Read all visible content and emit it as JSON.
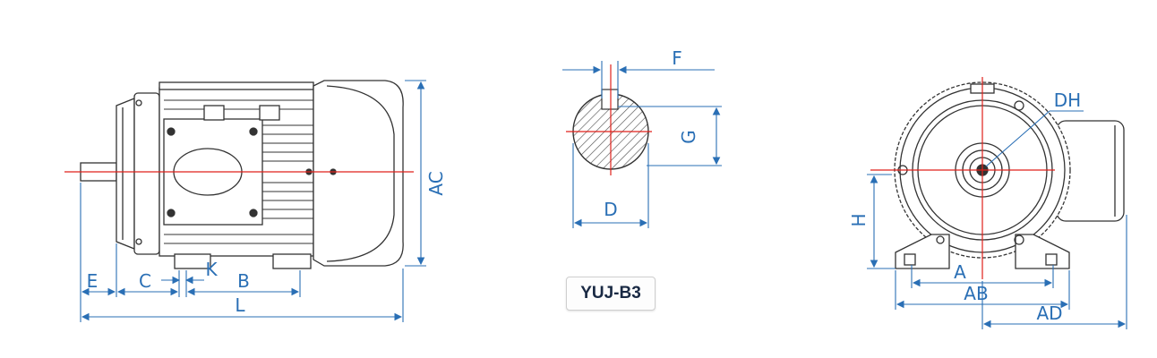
{
  "model": "YUJ-B3",
  "labels": {
    "side": {
      "AC": "AC",
      "E": "E",
      "C": "C",
      "K": "K",
      "B": "B",
      "L": "L"
    },
    "shaft": {
      "F": "F",
      "G": "G",
      "D": "D"
    },
    "front": {
      "DH": "DH",
      "H": "H",
      "A": "A",
      "AB": "AB",
      "AD": "AD"
    }
  },
  "colors": {
    "dimension": "#2a6fb5",
    "centerline": "#e0201a",
    "outline": "#333333",
    "hatch": "#555555"
  }
}
